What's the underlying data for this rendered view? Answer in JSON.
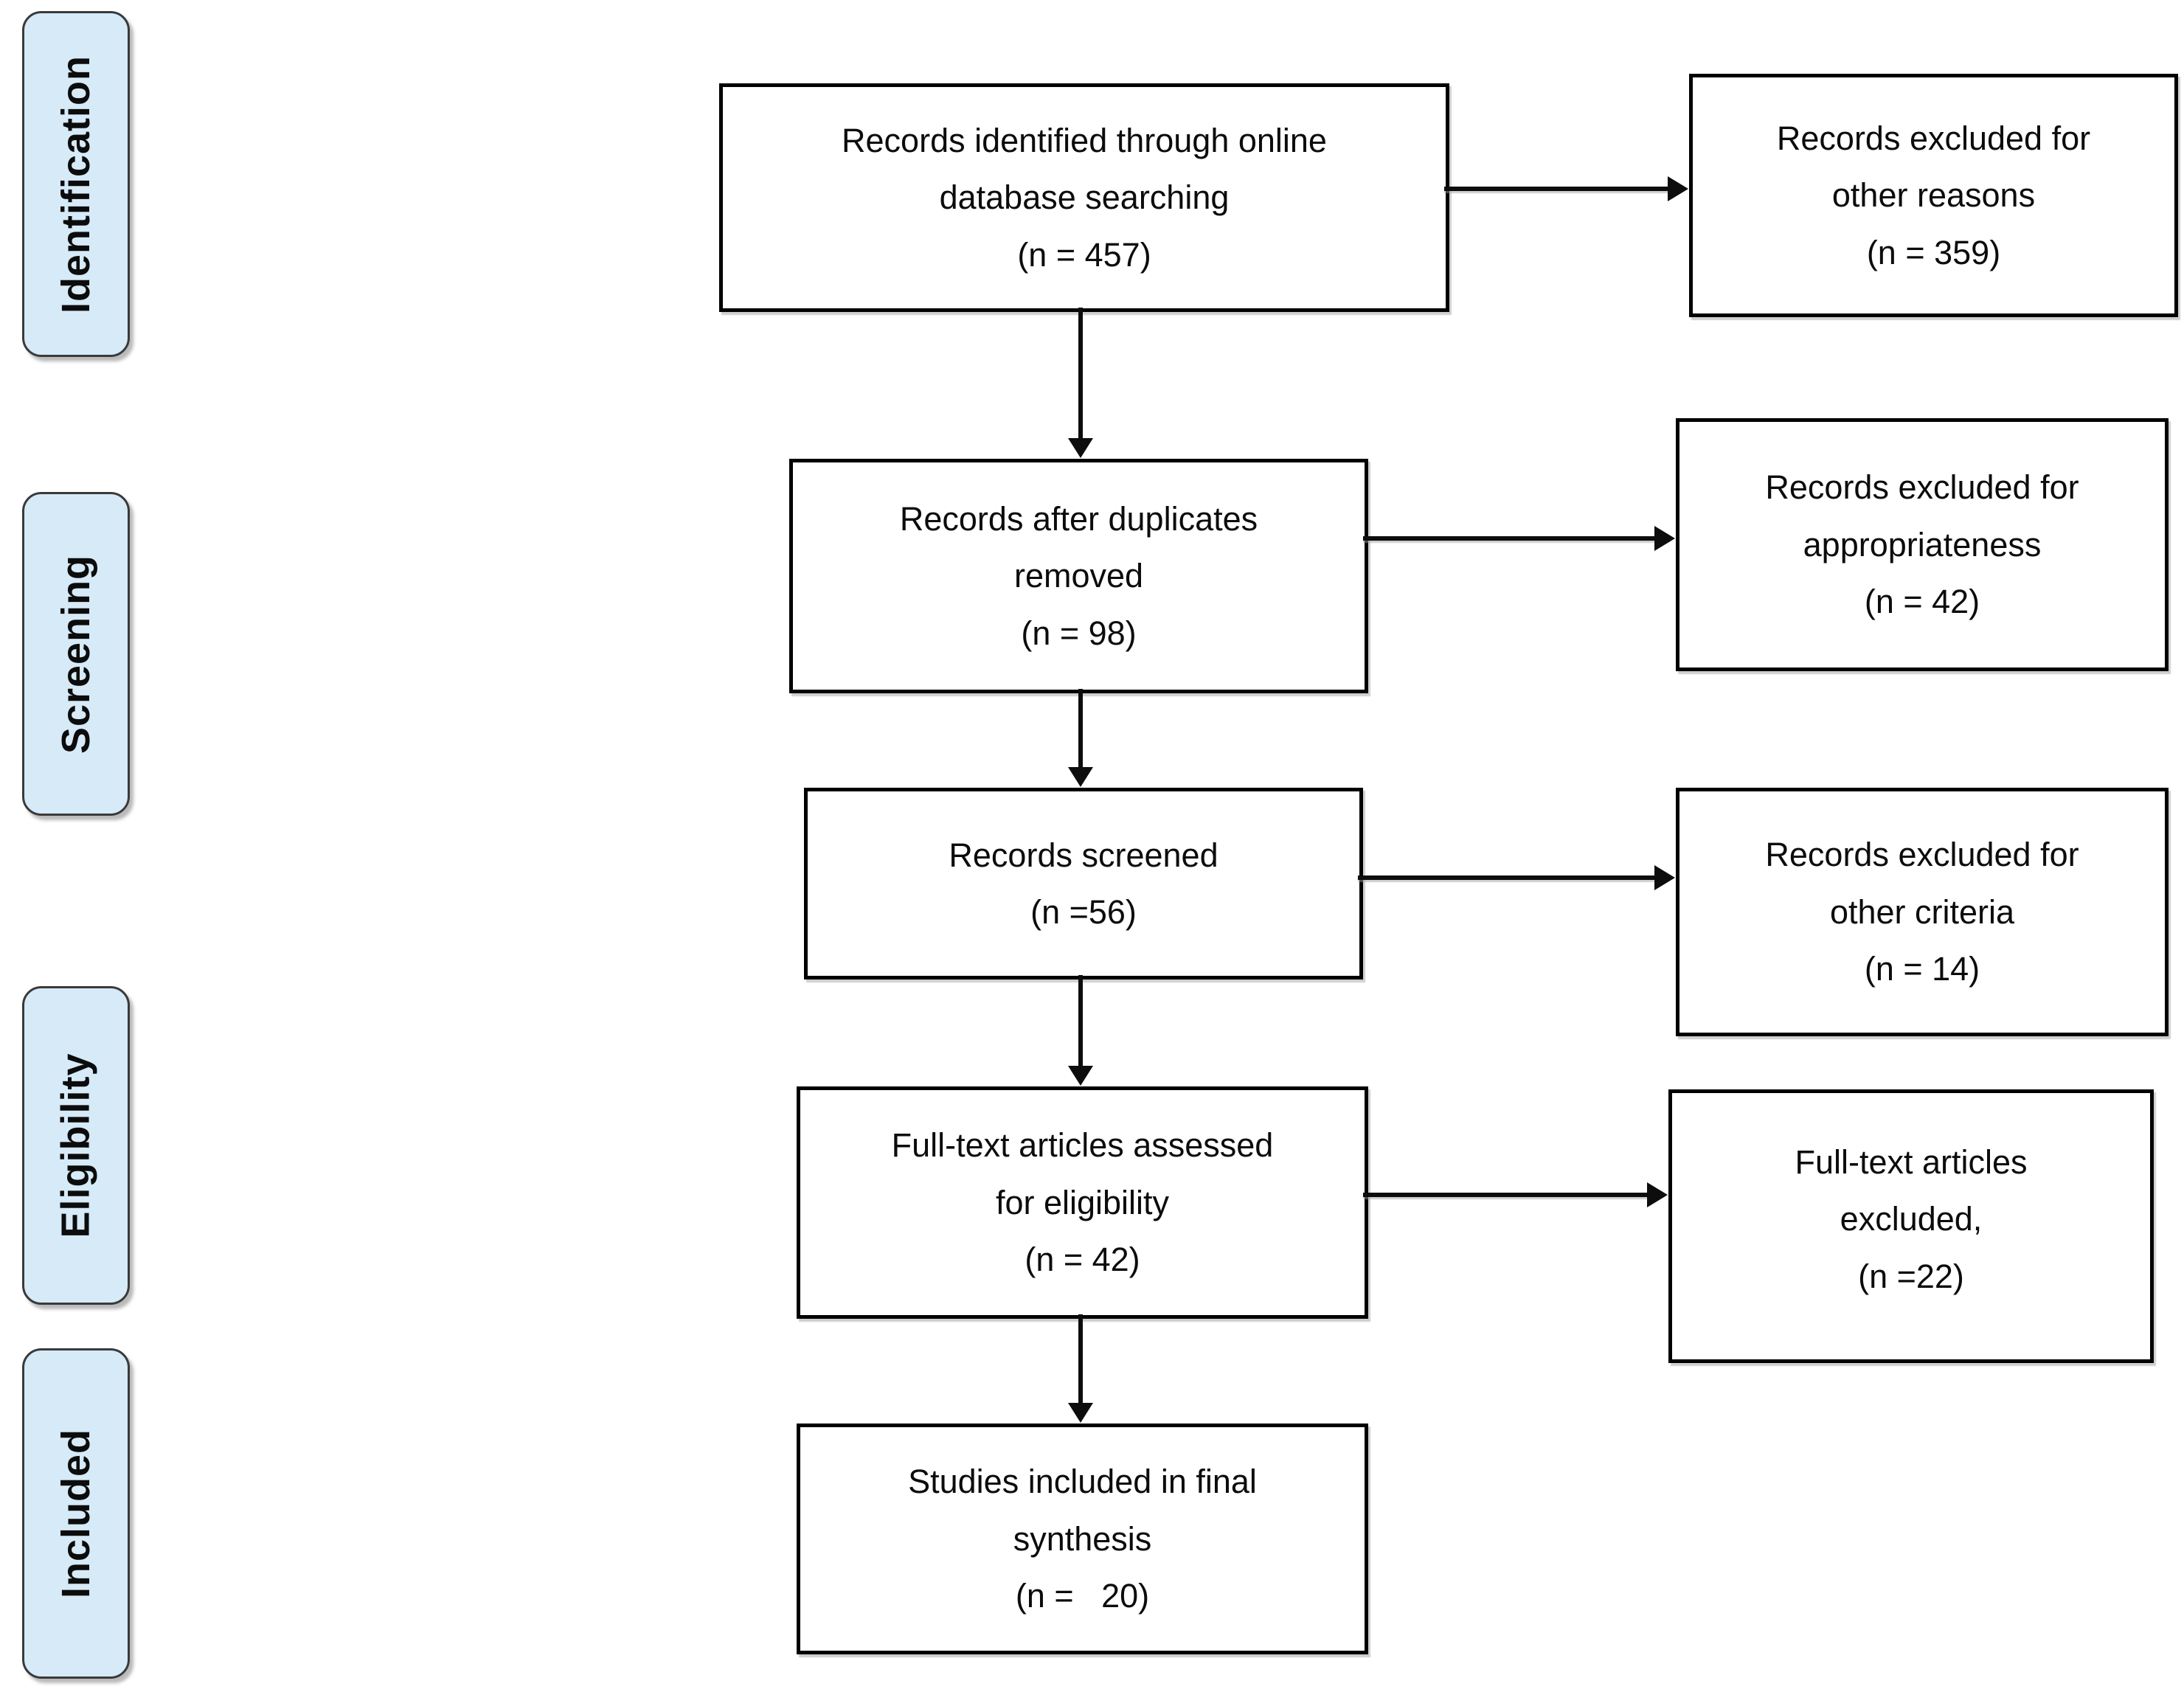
{
  "colors": {
    "background": "#ffffff",
    "stage_fill": "#d6eaf8",
    "stage_border": "#3a3a3a",
    "box_border": "#000000",
    "arrow": "#0d0d0d",
    "text": "#0c0c0c"
  },
  "sidebar": {
    "labels": [
      {
        "label": "Identification"
      },
      {
        "label": "Screening"
      },
      {
        "label": "Eligibility"
      },
      {
        "label": "Included"
      }
    ]
  },
  "flow": {
    "boxes": [
      {
        "lines": [
          "Records identified through online",
          "database searching",
          "(n = 457)"
        ]
      },
      {
        "lines": [
          "Records after duplicates",
          "removed",
          "(n = 98)"
        ]
      },
      {
        "lines": [
          "Records screened",
          "(n =56)"
        ]
      },
      {
        "lines": [
          "Full-text articles assessed",
          "for eligibility",
          "(n = 42)"
        ]
      },
      {
        "lines": [
          "Studies included in final",
          "synthesis",
          "(n =   20)"
        ]
      }
    ]
  },
  "exclusions": {
    "boxes": [
      {
        "lines": [
          "Records excluded for",
          "other reasons",
          "(n = 359)"
        ]
      },
      {
        "lines": [
          "Records excluded for",
          "appropriateness",
          "(n = 42)"
        ]
      },
      {
        "lines": [
          "Records excluded for",
          "other criteria",
          "(n = 14)"
        ]
      },
      {
        "lines": [
          "Full-text articles",
          "excluded,",
          "(n =22)"
        ]
      }
    ]
  }
}
